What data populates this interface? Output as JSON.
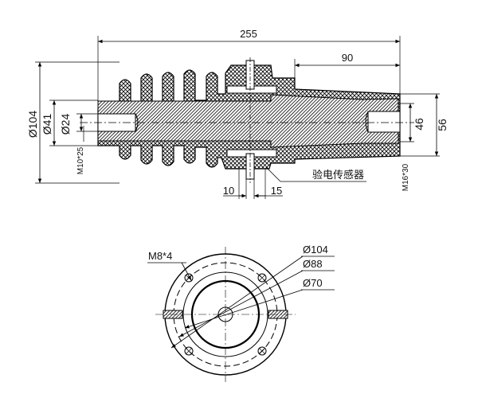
{
  "dimensions": {
    "overall_length": "255",
    "tail_length": "90",
    "outer_diameter": "Ø104",
    "shed_inner_diameter": "Ø41",
    "bore_diameter": "Ø24",
    "left_thread": "M10*25",
    "tail_outer": "56",
    "tail_inner": "46",
    "right_thread": "M16*30",
    "sensor_offset": "10",
    "sensor_width": "15"
  },
  "labels": {
    "sensor": "验电传感器"
  },
  "end_view": {
    "bolts": "M8*4",
    "outer_circle": "Ø104",
    "bolt_circle": "Ø88",
    "inner_circle": "Ø70"
  }
}
